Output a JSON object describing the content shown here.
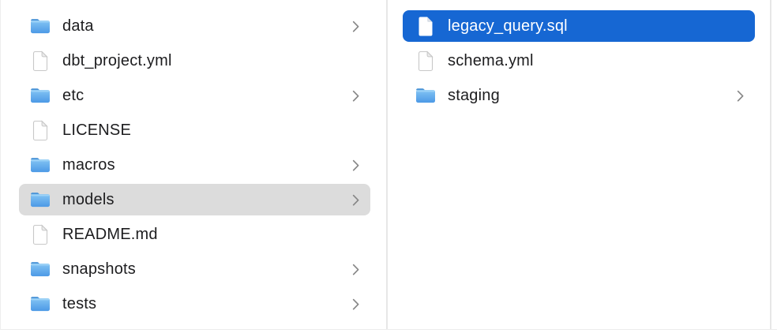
{
  "colors": {
    "background": "#ffffff",
    "accent_selection_blue": "#1667d3",
    "inactive_selection_gray": "#dcdcdc",
    "column_divider": "#e7e7e7",
    "text": "#1d1d1f",
    "selected_text": "#ffffff",
    "chevron_gray": "#868686",
    "folder_blue_top": "#83c4f4",
    "folder_blue_bottom": "#4c99e6"
  },
  "icons": {
    "folder": "folder-icon",
    "file": "document-icon",
    "disclosure": "chevron-right-icon"
  },
  "left_column": {
    "items": [
      {
        "label": "data",
        "type": "folder",
        "chevron": true,
        "selected": false
      },
      {
        "label": "dbt_project.yml",
        "type": "file",
        "chevron": false,
        "selected": false
      },
      {
        "label": "etc",
        "type": "folder",
        "chevron": true,
        "selected": false
      },
      {
        "label": "LICENSE",
        "type": "file",
        "chevron": false,
        "selected": false
      },
      {
        "label": "macros",
        "type": "folder",
        "chevron": true,
        "selected": false
      },
      {
        "label": "models",
        "type": "folder",
        "chevron": true,
        "selected": true
      },
      {
        "label": "README.md",
        "type": "file",
        "chevron": false,
        "selected": false
      },
      {
        "label": "snapshots",
        "type": "folder",
        "chevron": true,
        "selected": false
      },
      {
        "label": "tests",
        "type": "folder",
        "chevron": true,
        "selected": false
      }
    ]
  },
  "right_column": {
    "items": [
      {
        "label": "legacy_query.sql",
        "type": "file",
        "chevron": false,
        "selected": true
      },
      {
        "label": "schema.yml",
        "type": "file",
        "chevron": false,
        "selected": false
      },
      {
        "label": "staging",
        "type": "folder",
        "chevron": true,
        "selected": false
      }
    ]
  }
}
